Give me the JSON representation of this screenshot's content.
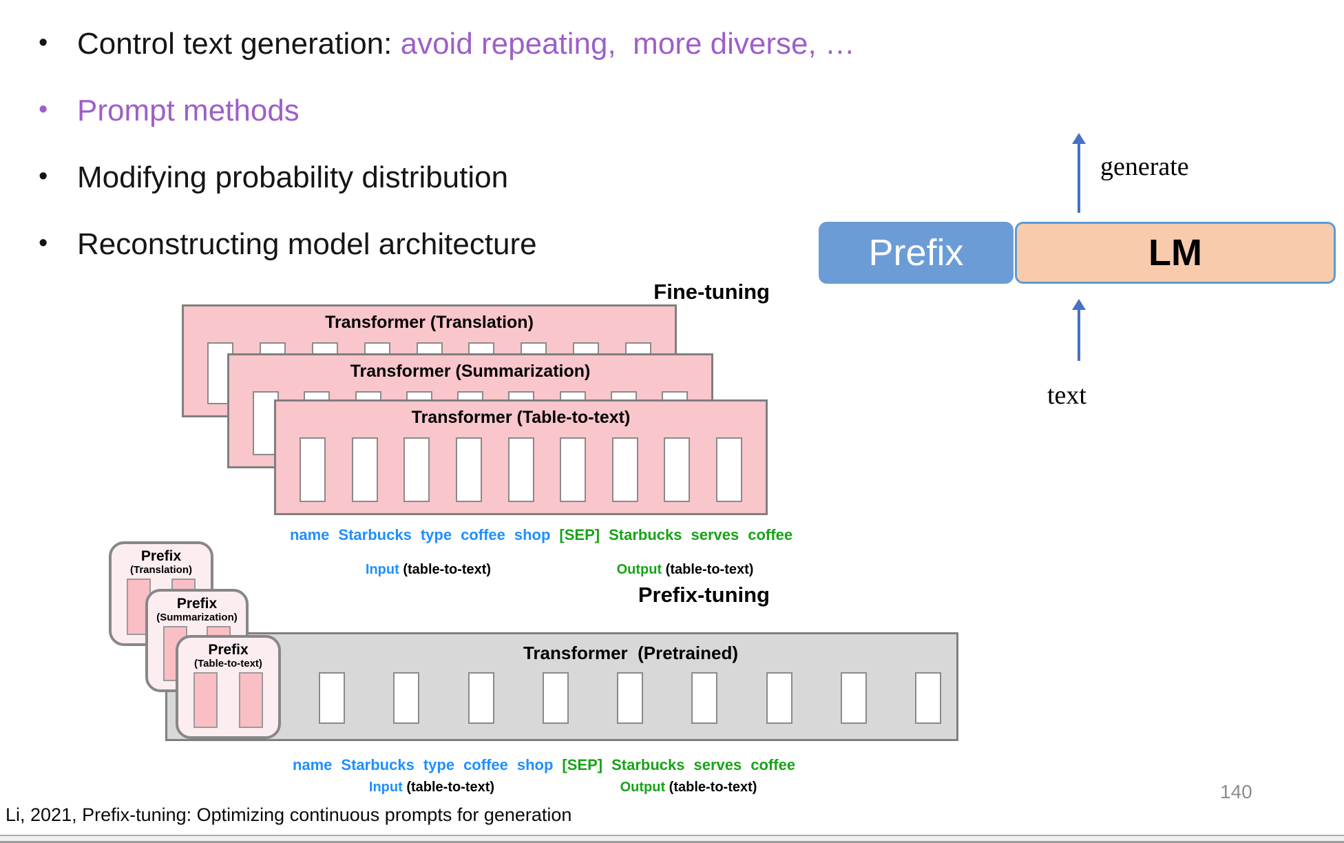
{
  "colors": {
    "purple": "#9e5fc8",
    "token_blue": "#1e8fff",
    "token_green": "#17a317",
    "panel_pink": "#f9c6cb",
    "panel_border": "#7f7f7f",
    "prefix_box_fill": "#fbedf0",
    "prefix_slot_pink": "#f9bfc5",
    "slot_border": "#8a8a8a",
    "gray_fill": "#d8d8d8",
    "prefix_blue": "#6b9cd6",
    "lm_peach": "#f8cbad",
    "lm_border": "#5b9bd5",
    "arrow_blue": "#4472c4",
    "page_gray": "#8c8c8c"
  },
  "bullets": {
    "b1_black": "Control text generation: ",
    "b1_purple": "avoid repeating,  more diverse, …",
    "b2_purple": "Prompt methods",
    "b3_black": "Modifying probability distribution",
    "b4_black": "Reconstructing model architecture",
    "dot": "•"
  },
  "prefix_lm": {
    "generate_label": "generate",
    "text_label": "text",
    "prefix_label": "Prefix",
    "lm_label": "LM"
  },
  "finetune": {
    "heading": "Fine-tuning",
    "slot_count": 9,
    "panels": [
      {
        "title": "Transformer (Translation)"
      },
      {
        "title": "Transformer (Summarization)"
      },
      {
        "title": "Transformer (Table-to-text)"
      }
    ]
  },
  "prefixtune": {
    "heading": "Prefix-tuning",
    "transformer_title": "Transformer  (Pretrained)",
    "transformer_slot_count": 9,
    "prefix_slot_count": 2,
    "boxes": [
      {
        "title": "Prefix",
        "subtitle": "(Translation)"
      },
      {
        "title": "Prefix",
        "subtitle": "(Summarization)"
      },
      {
        "title": "Prefix",
        "subtitle": "(Table-to-text)"
      }
    ]
  },
  "tokens": {
    "input": [
      "name",
      "Starbucks",
      "type",
      "coffee",
      "shop"
    ],
    "sep": "[SEP]",
    "output": [
      "Starbucks",
      "serves",
      "coffee"
    ]
  },
  "io": {
    "input_word": "Input",
    "output_word": "Output",
    "suffix": " (table-to-text)"
  },
  "footer": {
    "citation": "Li, 2021, Prefix-tuning: Optimizing continuous prompts for generation",
    "page_number": "140"
  }
}
